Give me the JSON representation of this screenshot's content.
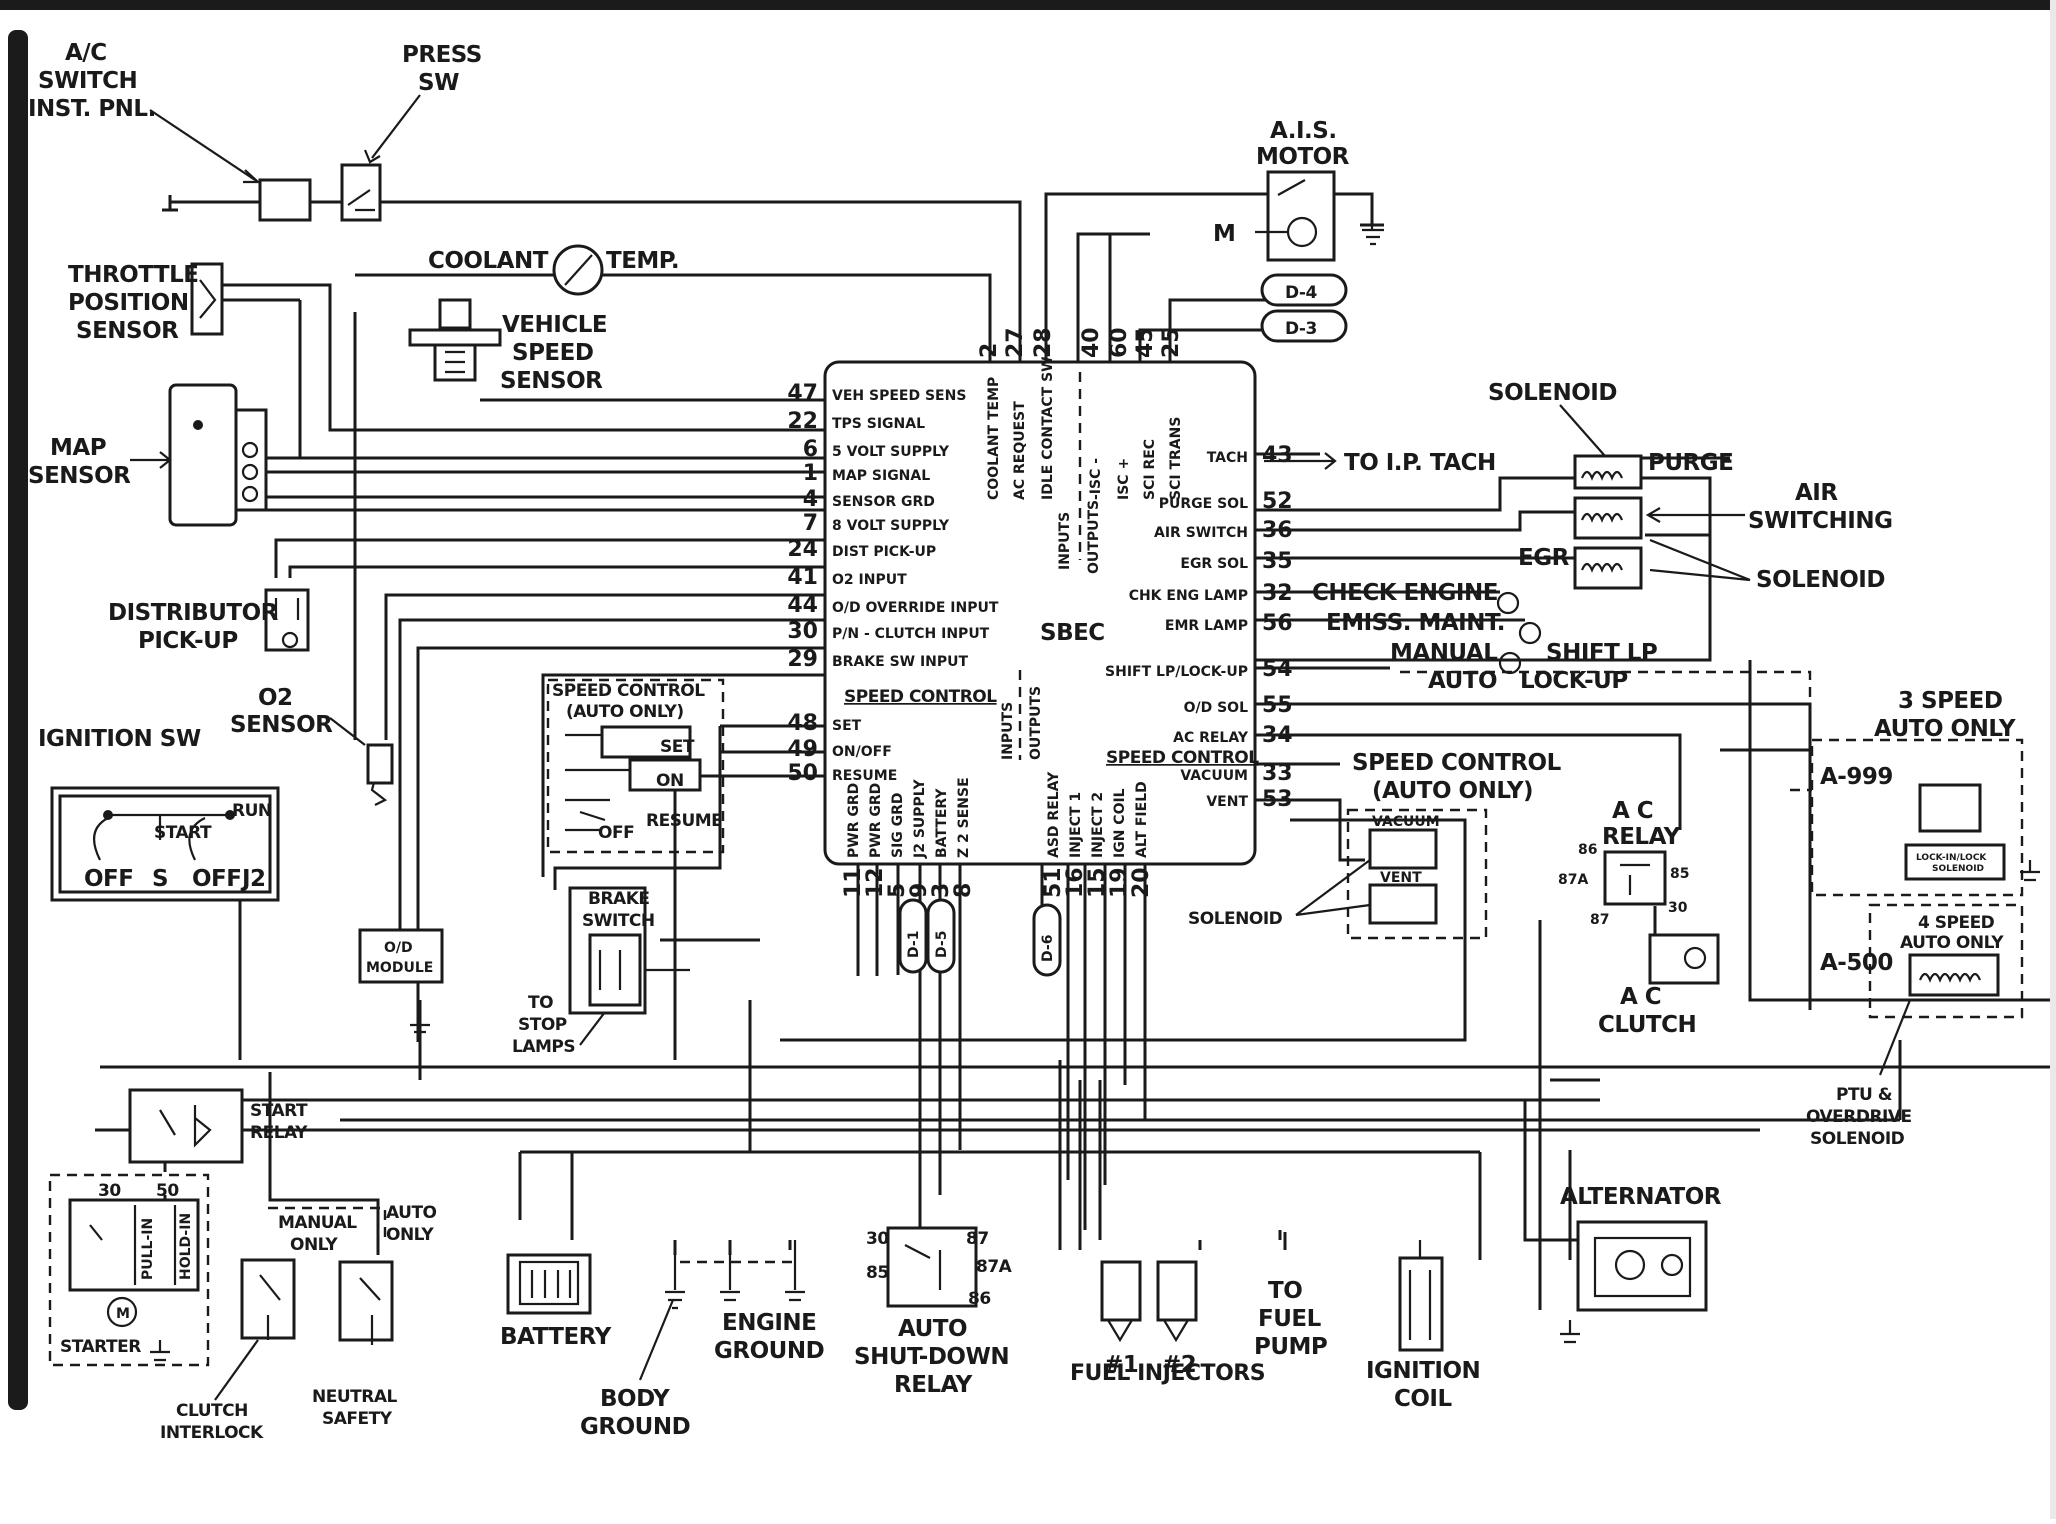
{
  "colors": {
    "ink": "#1a1a1a",
    "background": "#ffffff",
    "frame_edge": "#1b1b1b"
  },
  "left_components": {
    "ac_switch": [
      "A/C",
      "SWITCH",
      "INST. PNL."
    ],
    "press_sw": [
      "PRESS",
      "SW"
    ],
    "throttle_position_sensor": [
      "THROTTLE",
      "POSITION",
      "SENSOR"
    ],
    "coolant_temp": {
      "left": "COOLANT",
      "right": "TEMP."
    },
    "vehicle_speed_sensor": [
      "VEHICLE",
      "SPEED",
      "SENSOR"
    ],
    "map_sensor": [
      "MAP",
      "SENSOR"
    ],
    "distributor_pickup": [
      "DISTRIBUTOR",
      "PICK-UP"
    ],
    "o2_sensor": [
      "O2",
      "SENSOR"
    ],
    "ignition_sw": "IGNITION SW",
    "ign_positions": {
      "start": "START",
      "run": "RUN",
      "off1": "OFF",
      "s": "S",
      "off2": "OFF",
      "j2": "J2"
    },
    "speed_control_left": {
      "title": [
        "SPEED CONTROL",
        "(AUTO ONLY)"
      ],
      "set": "SET",
      "on": "ON",
      "off": "OFF",
      "resume": "RESUME"
    },
    "brake_switch": [
      "BRAKE",
      "SWITCH"
    ],
    "to_stop_lamps": [
      "TO",
      "STOP",
      "LAMPS"
    ],
    "od_module": [
      "O/D",
      "MODULE"
    ],
    "start_relay": [
      "START",
      "RELAY"
    ],
    "starter": {
      "label": "STARTER",
      "pull_in": "PULL-IN",
      "hold_in": "HOLD-IN",
      "t30": "30",
      "t50": "50",
      "m": "M"
    },
    "manual_only": [
      "MANUAL",
      "ONLY"
    ],
    "auto_only": [
      "AUTO",
      "ONLY"
    ],
    "clutch_interlock": [
      "CLUTCH",
      "INTERLOCK"
    ],
    "neutral_safety": [
      "NEUTRAL",
      "SAFETY"
    ],
    "battery": "BATTERY",
    "body_ground": [
      "BODY",
      "GROUND"
    ],
    "engine_ground": [
      "ENGINE",
      "GROUND"
    ]
  },
  "top_components": {
    "ais_motor": [
      "A.I.S.",
      "MOTOR"
    ],
    "m": "M",
    "d4": "D-4",
    "d3": "D-3"
  },
  "sbec": {
    "name": "SBEC",
    "left_pins": [
      {
        "num": "47",
        "label": "VEH SPEED SENS"
      },
      {
        "num": "22",
        "label": "TPS SIGNAL"
      },
      {
        "num": "6",
        "label": "5 VOLT SUPPLY"
      },
      {
        "num": "1",
        "label": "MAP SIGNAL"
      },
      {
        "num": "4",
        "label": "SENSOR GRD"
      },
      {
        "num": "7",
        "label": "8 VOLT SUPPLY"
      },
      {
        "num": "24",
        "label": "DIST PICK-UP"
      },
      {
        "num": "41",
        "label": "O2 INPUT"
      },
      {
        "num": "44",
        "label": "O/D OVERRIDE INPUT"
      },
      {
        "num": "30",
        "label": "P/N - CLUTCH INPUT"
      },
      {
        "num": "29",
        "label": "BRAKE SW INPUT"
      }
    ],
    "speed_control_header": "SPEED CONTROL",
    "speed_pins": [
      {
        "num": "48",
        "label": "SET"
      },
      {
        "num": "49",
        "label": "ON/OFF"
      },
      {
        "num": "50",
        "label": "RESUME"
      }
    ],
    "top_pins": [
      {
        "num": "2",
        "label": "COOLANT TEMP"
      },
      {
        "num": "27",
        "label": "AC REQUEST"
      },
      {
        "num": "28",
        "label": "IDLE CONTACT SW"
      },
      {
        "num": "40",
        "label": "-ISC -"
      },
      {
        "num": "60",
        "label": "ISC +"
      },
      {
        "num": "45",
        "label": "SCI REC"
      },
      {
        "num": "25",
        "label": "SCI TRANS"
      }
    ],
    "inputs_outputs_top": [
      "INPUTS",
      "OUTPUTS"
    ],
    "inputs_outputs_bottom": [
      "INPUTS",
      "OUTPUTS"
    ],
    "bottom_pins": [
      {
        "num": "11",
        "label": "PWR GRD"
      },
      {
        "num": "12",
        "label": "PWR GRD"
      },
      {
        "num": "5",
        "label": "SIG GRD"
      },
      {
        "num": "9",
        "label": "J2 SUPPLY"
      },
      {
        "num": "3",
        "label": "BATTERY"
      },
      {
        "num": "8",
        "label": "Z 2 SENSE"
      },
      {
        "num": "51",
        "label": "ASD RELAY"
      },
      {
        "num": "16",
        "label": "INJECT 1"
      },
      {
        "num": "15",
        "label": "INJECT 2"
      },
      {
        "num": "19",
        "label": "IGN COIL"
      },
      {
        "num": "20",
        "label": "ALT FIELD"
      }
    ],
    "right_pins": [
      {
        "num": "43",
        "label": "TACH"
      },
      {
        "num": "52",
        "label": "PURGE SOL"
      },
      {
        "num": "36",
        "label": "AIR SWITCH"
      },
      {
        "num": "35",
        "label": "EGR SOL"
      },
      {
        "num": "32",
        "label": "CHK ENG LAMP"
      },
      {
        "num": "56",
        "label": "EMR LAMP"
      },
      {
        "num": "54",
        "label": "SHIFT LP/LOCK-UP"
      },
      {
        "num": "55",
        "label": "O/D SOL"
      },
      {
        "num": "34",
        "label": "AC RELAY"
      },
      {
        "num": "33",
        "label": "VACUUM"
      },
      {
        "num": "53",
        "label": "VENT"
      }
    ],
    "right_speed_header": "SPEED CONTROL"
  },
  "right_components": {
    "to_ip_tach": "TO I.P. TACH",
    "solenoid_top": "SOLENOID",
    "purge": "PURGE",
    "air_switching": [
      "AIR",
      "SWITCHING"
    ],
    "egr": "EGR",
    "solenoid_mid": "SOLENOID",
    "check_engine": "CHECK ENGINE",
    "emiss_maint": "EMISS. MAINT.",
    "manual": "MANUAL",
    "auto": "AUTO",
    "shift_lp": "SHIFT LP",
    "lock_up": "LOCK-UP",
    "speed_control_right": [
      "SPEED CONTROL",
      "(AUTO ONLY)"
    ],
    "vacuum": "VACUUM",
    "vent": "VENT",
    "solenoid_low": "SOLENOID",
    "ac_relay": {
      "title": [
        "A C",
        "RELAY"
      ],
      "t86": "86",
      "t85": "85",
      "t87a": "87A",
      "t87": "87",
      "t30": "30"
    },
    "ac_clutch": [
      "A C",
      "CLUTCH"
    ],
    "three_speed": [
      "3 SPEED",
      "AUTO ONLY"
    ],
    "a999": "A-999",
    "lockup_solenoid": [
      "LOCK-IN/LOCK",
      "SOLENOID"
    ],
    "four_speed": [
      "4 SPEED",
      "AUTO ONLY"
    ],
    "a500": "A-500",
    "ptu": [
      "PTU &",
      "OVERDRIVE",
      "SOLENOID"
    ],
    "alternator": "ALTERNATOR"
  },
  "bottom_components": {
    "d1": "D-1",
    "d5": "D-5",
    "d6": "D-6",
    "asd_relay": {
      "t30": "30",
      "t87": "87",
      "t85": "85",
      "t87a": "87A",
      "t86": "86",
      "label": [
        "AUTO",
        "SHUT-DOWN",
        "RELAY"
      ]
    },
    "inj1": "#1",
    "inj2": "#2",
    "fuel_injectors": "FUEL INJECTORS",
    "to_fuel_pump": [
      "TO",
      "FUEL",
      "PUMP"
    ],
    "ignition_coil": [
      "IGNITION",
      "COIL"
    ]
  }
}
